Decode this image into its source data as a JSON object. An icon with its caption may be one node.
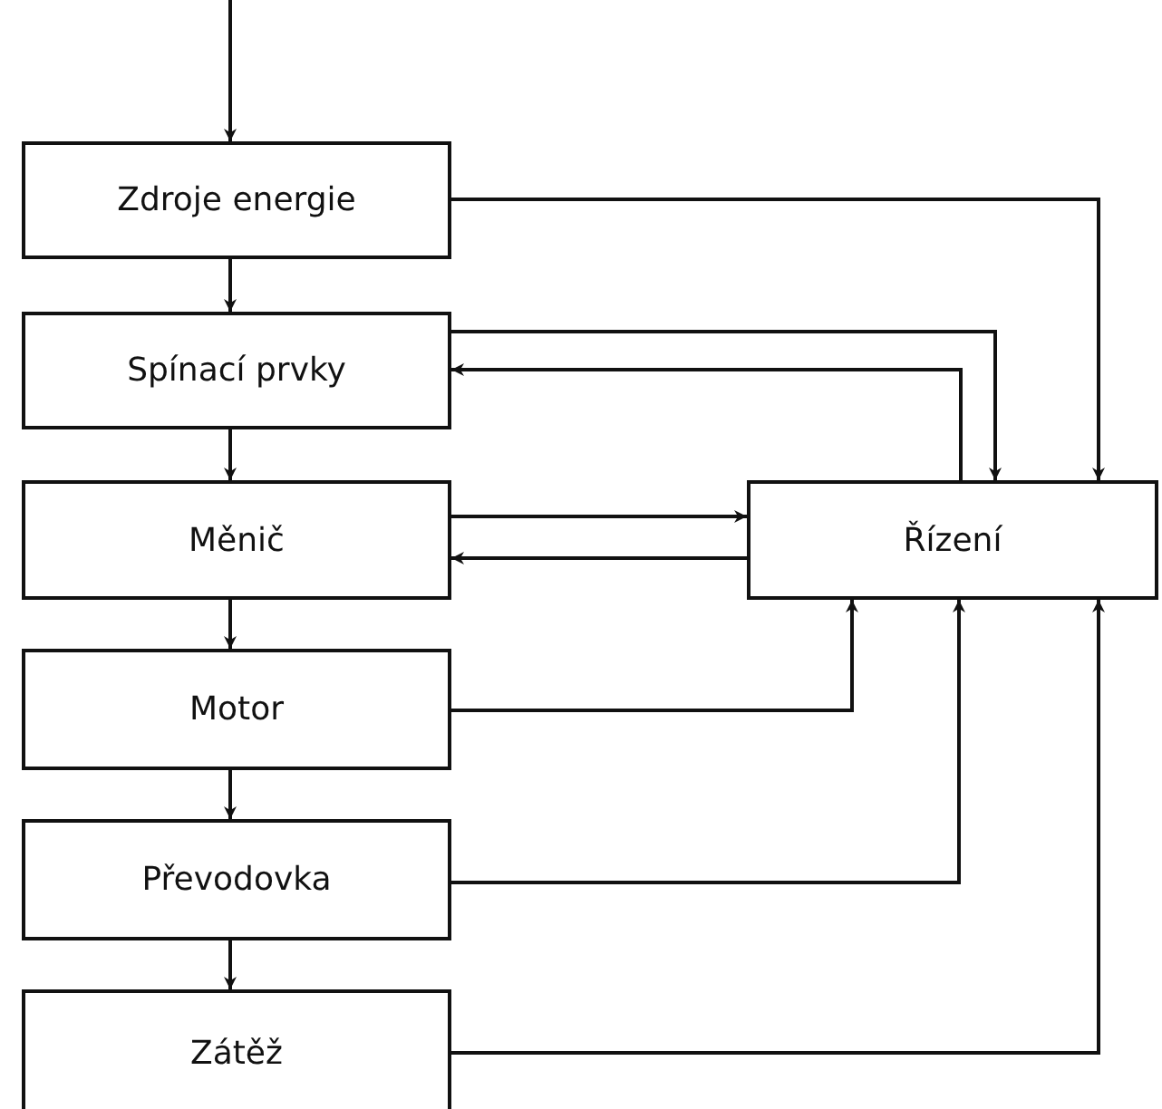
{
  "diagram": {
    "nodes": [
      {
        "text": [
          "Zdroje energie"
        ]
      },
      {
        "text": [
          "Spínací prvky"
        ]
      },
      {
        "text": [
          "Měnič"
        ]
      },
      {
        "text": [
          "Motor"
        ]
      },
      {
        "text": [
          "Převodovka"
        ]
      },
      {
        "text": [
          "Zátěž"
        ]
      },
      {
        "text": [
          "Řízení"
        ]
      }
    ],
    "edges": [
      {
        "from": null,
        "to": 0,
        "arrow": "to"
      },
      {
        "from": 0,
        "to": 1,
        "arrow": "to"
      },
      {
        "from": 1,
        "to": 2,
        "arrow": "to"
      },
      {
        "from": 2,
        "to": 3,
        "arrow": "to"
      },
      {
        "from": 3,
        "to": 4,
        "arrow": "to"
      },
      {
        "from": 4,
        "to": 5,
        "arrow": "to"
      },
      {
        "from": 0,
        "to": 6,
        "arrow": "to"
      },
      {
        "from": 1,
        "to": 6,
        "arrow": "to"
      },
      {
        "from": 6,
        "to": 1,
        "arrow": "to"
      },
      {
        "from": 2,
        "to": 6,
        "arrow": "to"
      },
      {
        "from": 6,
        "to": 2,
        "arrow": "to"
      },
      {
        "from": 3,
        "to": 6,
        "arrow": "to"
      },
      {
        "from": 4,
        "to": 6,
        "arrow": "to"
      },
      {
        "from": 5,
        "to": 6,
        "arrow": "to"
      }
    ]
  }
}
